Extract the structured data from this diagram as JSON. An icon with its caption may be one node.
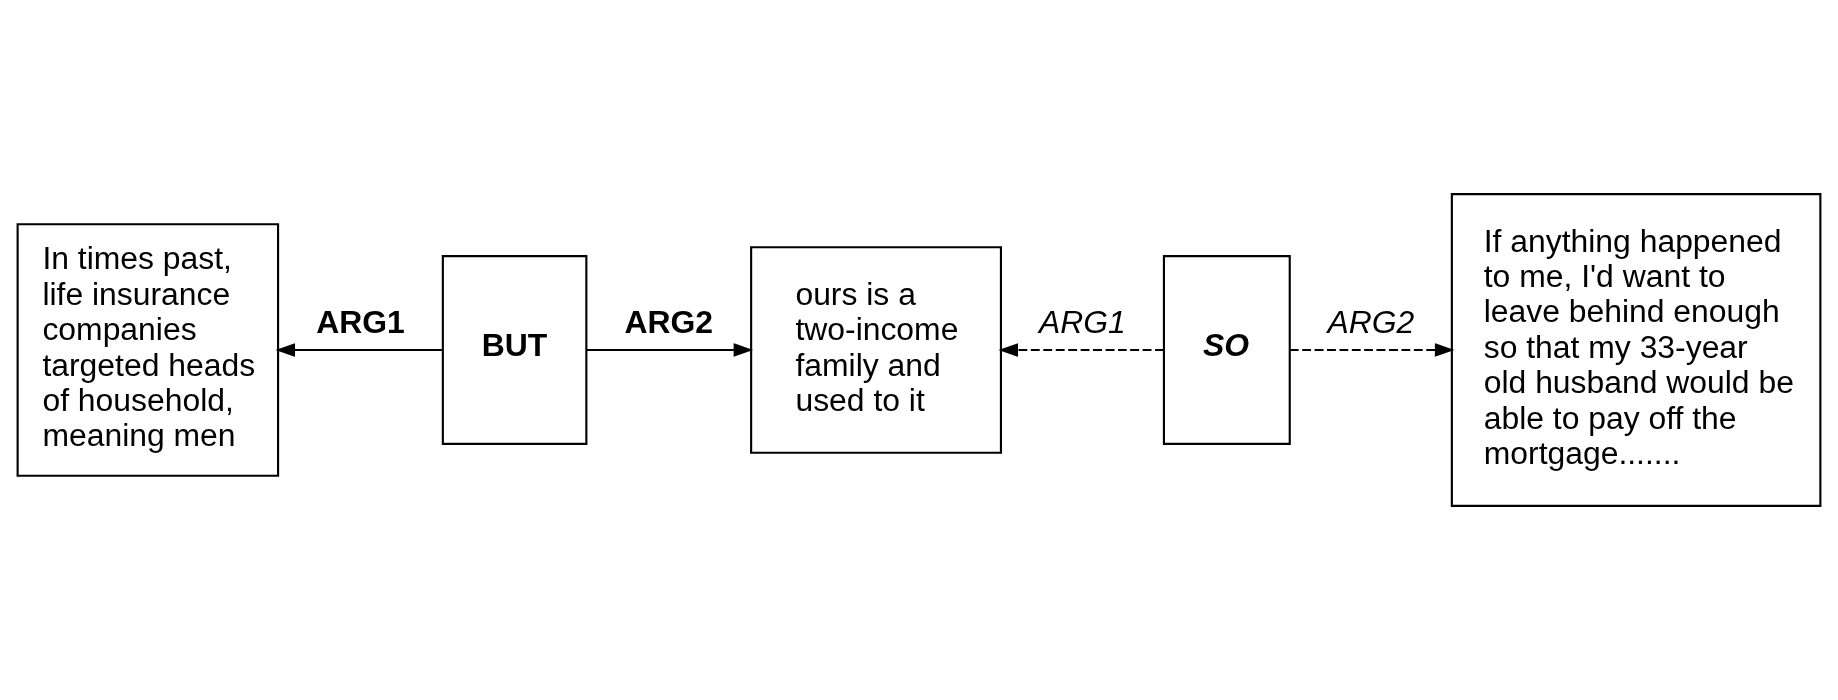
{
  "diagram": {
    "nodes": [
      {
        "text": [
          "In times past, life insurance companies targeted heads of household, meaning men"
        ]
      },
      {
        "text": [
          "BUT"
        ]
      },
      {
        "text": [
          "ours is a two-income family and used to it"
        ]
      },
      {
        "text": [
          "SO"
        ]
      },
      {
        "text": [
          "If anything happened to me, I'd want to leave behind enough so that my 33-year old husband would be able to pay off the mortgage......."
        ]
      }
    ],
    "edges": [
      {
        "from": 1,
        "to": 0,
        "arrow": "to",
        "label": "ARG1"
      },
      {
        "from": 1,
        "to": 2,
        "arrow": "to",
        "label": "ARG2"
      },
      {
        "from": 3,
        "to": 2,
        "arrow": "to",
        "label": "ARG1",
        "style": "dashed"
      },
      {
        "from": 3,
        "to": 4,
        "arrow": "to",
        "label": "ARG2",
        "style": "dashed"
      }
    ]
  }
}
